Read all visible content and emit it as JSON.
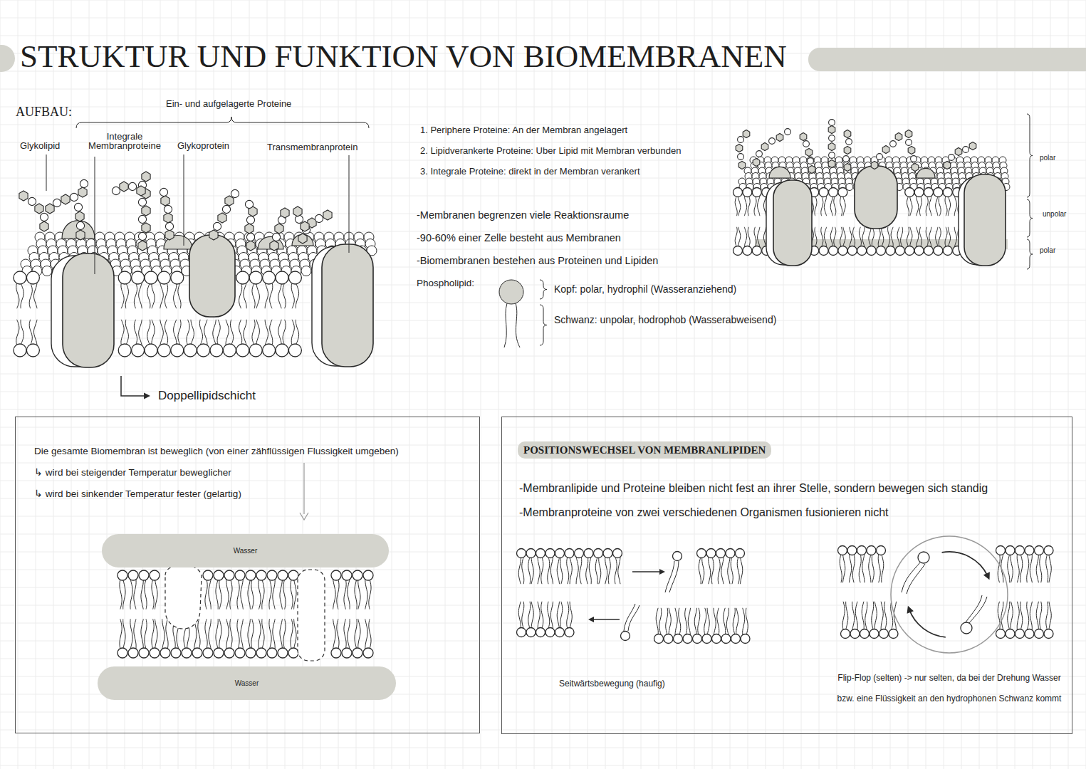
{
  "diagram": {
    "title": "STRUKTUR UND FUNKTION VON BIOMEMBRANEN",
    "nodes": [
      {
        "text": [
          "Die gesamte Biomembran ist beweglich (von einer zähflüssigen Flussigkeit umgeben)",
          "↳ wird bei steigender Temperatur beweglicher",
          "↳ wird bei sinkender Temperatur fester (gelartig)"
        ]
      },
      {
        "text": [
          "Wasser"
        ],
        "in": 0
      },
      {
        "text": [
          "Wasser"
        ],
        "in": 0
      },
      {
        "text": [
          "POSITIONSWECHSEL VON MEMBRANLIPIDEN",
          "-Membranlipide und Proteine bleiben nicht fest an ihrer Stelle, sondern bewegen sich standig",
          "-Membranproteine von zwei verschiedenen Organismen fusionieren nicht",
          "Seitwärtsbewegung (haufig)",
          "Flip-Flop (selten) -> nur selten, da bei der Drehung Wasser bzw. eine Flüssigkeit an den hydrophonen Schwanz kommt"
        ]
      }
    ],
    "labels": [
      "AUFBAU:",
      "Ein- und aufgelagerte Proteine",
      "Glykolipid",
      "Integrale Membranproteine",
      "Glykoprotein",
      "Transmembranprotein",
      "Doppellipidschicht",
      "1. Periphere Proteine: An der Membran angelagert",
      "2. Lipidverankerte Proteine: Uber Lipid mit Membran verbunden",
      "3. Integrale Proteine: direkt in der Membran verankert",
      "-Membranen begrenzen viele Reaktionsraume",
      "-90-60% einer Zelle besteht aus Membranen",
      "-Biomembranen bestehen aus Proteinen und Lipiden",
      "Phospholipid:",
      "Kopf: polar, hydrophil (Wasseranziehend)",
      "Schwanz: unpolar, hodrophob (Wasserabweisend)",
      "polar",
      "unpolar",
      "polar"
    ]
  }
}
